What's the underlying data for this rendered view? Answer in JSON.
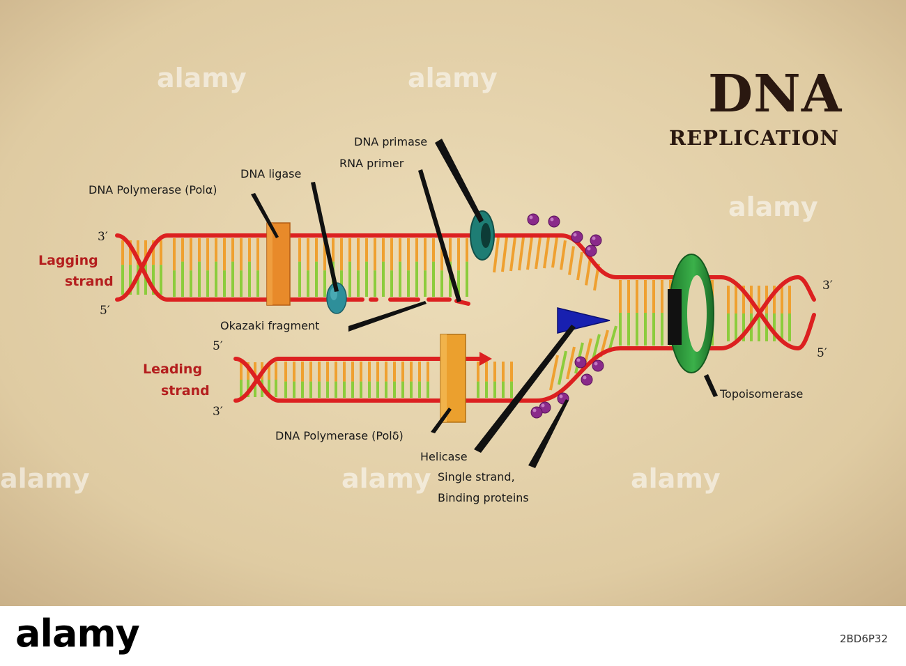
{
  "title": {
    "main": "DNA",
    "sub": "REPLICATION"
  },
  "strands": {
    "lagging": [
      "Lagging",
      "strand"
    ],
    "leading": [
      "Leading",
      "strand"
    ]
  },
  "primes": {
    "three": "3′",
    "five": "5′"
  },
  "labels": {
    "pol_alpha": "DNA Polymerase (Polα)",
    "ligase": "DNA ligase",
    "primase": "DNA primase",
    "rna_primer": "RNA primer",
    "okazaki": "Okazaki fragment",
    "pol_delta": "DNA Polymerase (Polδ)",
    "helicase": "Helicase",
    "ssb_line1": "Single strand,",
    "ssb_line2": "Binding proteins",
    "topoisomerase": "Topoisomerase"
  },
  "watermark": "alamy",
  "footer": {
    "brand": "alamy",
    "image_id": "2BD6P32"
  },
  "colors": {
    "paper": "#e4d3ad",
    "backbone": "#dc2020",
    "base_orange": "#efa030",
    "base_green": "#8ccc3c",
    "polymerase": "#e88a2a",
    "ligase": "#2e8f9a",
    "primase": "#1e7d74",
    "helicase": "#1820b0",
    "ssb": "#8a2a8a",
    "topoisomerase": "#2a9a3a"
  }
}
